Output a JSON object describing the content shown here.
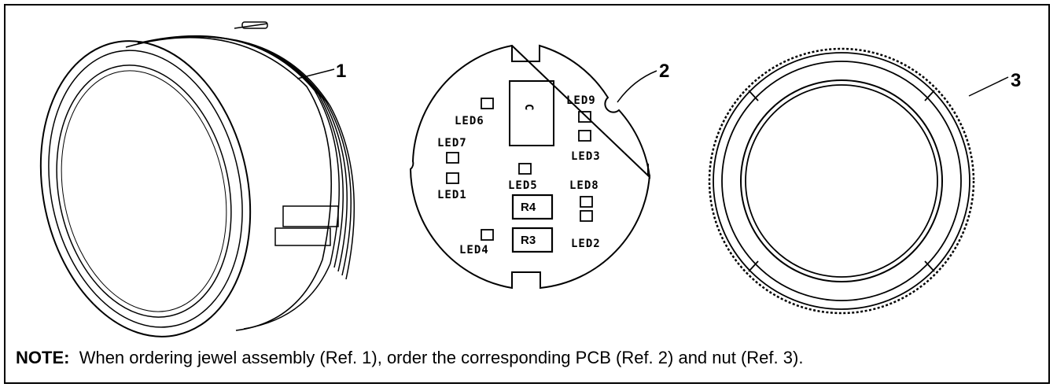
{
  "callouts": {
    "ref1": "1",
    "ref2": "2",
    "ref3": "3"
  },
  "pcb_labels": {
    "led1": "LED1",
    "led2": "LED2",
    "led3": "LED3",
    "led4": "LED4",
    "led5": "LED5",
    "led6": "LED6",
    "led7": "LED7",
    "led8": "LED8",
    "led9": "LED9",
    "r3": "R3",
    "r4": "R4",
    "c": "C"
  },
  "note": {
    "label": "NOTE:",
    "text": "When ordering jewel assembly (Ref. 1), order the corresponding PCB (Ref. 2) and nut (Ref. 3)."
  }
}
